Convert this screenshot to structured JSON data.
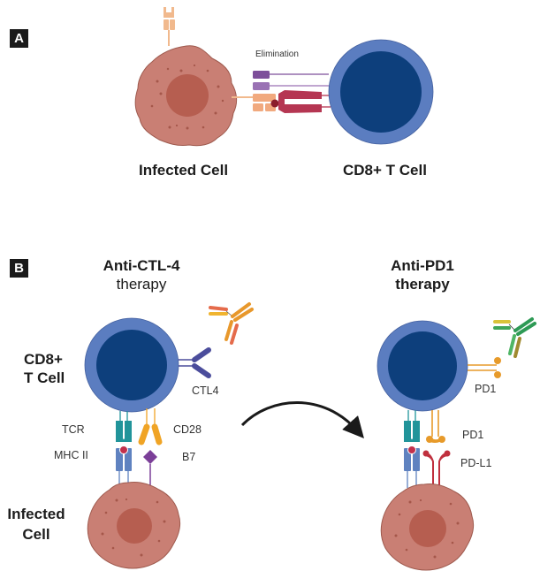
{
  "colors": {
    "infected_cell": "#c97f74",
    "infected_nucleus": "#b65e50",
    "infected_edge": "#9e5a4e",
    "tcell_outer": "#5b7dc0",
    "tcell_inner": "#0d3f7c",
    "tcr": "#21949a",
    "mhc": "#5f82c0",
    "peptide": "#c2304b",
    "cd28": "#f0a425",
    "b7": "#7b3f98",
    "ctl4": "#4b4d9c",
    "pd1": "#e79a2a",
    "pdl1": "#c0303e",
    "receptor_peach": "#f1b98d",
    "elim_purple": "#8c5ca6",
    "elim_red": "#b53652"
  },
  "panel_a": {
    "badge": "A",
    "elimination_label": "Elimination",
    "infected_cell_label": "Infected Cell",
    "tcell_label": "CD8+ T Cell"
  },
  "panel_b": {
    "badge": "B",
    "left": {
      "title_line1": "Anti-CTL-4",
      "title_line2": "therapy",
      "tcell_label_line1": "CD8+",
      "tcell_label_line2": "T Cell",
      "ctl4_label": "CTL4",
      "tcr_label": "TCR",
      "mhc_label": "MHC II",
      "cd28_label": "CD28",
      "b7_label": "B7",
      "infected_label_line1": "Infected",
      "infected_label_line2": "Cell"
    },
    "right": {
      "title_line1": "Anti-PD1",
      "title_line2": "therapy",
      "pd1_side_label": "PD1",
      "pd1_label": "PD1",
      "pdl1_label": "PD-L1"
    },
    "arrow": "transition-arrow"
  }
}
